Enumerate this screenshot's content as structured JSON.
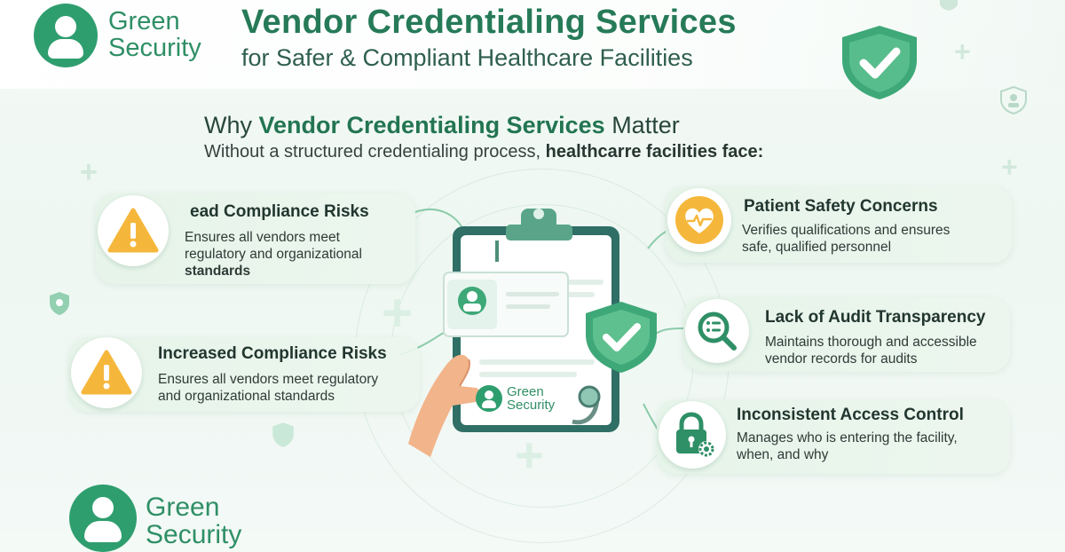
{
  "brand": {
    "line1": "Green",
    "line2": "Security",
    "colors": {
      "primary": "#2f9e6f",
      "dark": "#267a58",
      "warning": "#f5b73b"
    }
  },
  "header": {
    "title": "Vendor Credentialing Services",
    "subtitle": "for Safer & Compliant Healthcare Facilities"
  },
  "section": {
    "heading_pre": "Why",
    "heading_bold": "Vendor Credentialing Services",
    "heading_post": "Matter",
    "intro_pre": "Without a structured credentialing process,",
    "intro_bold": "healthcarre facilities face:"
  },
  "cards": [
    {
      "title": "ead Compliance Risks",
      "line1": "Ensures all vendors meet",
      "line2": "regulatory and organizational",
      "line3": "standards",
      "icon": "warning-icon"
    },
    {
      "title": "Increased Compliance Risks",
      "line1": "Ensures all vendors meet regulatory",
      "line2": "and organizational standards",
      "icon": "warning-icon"
    },
    {
      "title": "Patient Safety Concerns",
      "line1": "Verifies qualifications and ensures",
      "line2": "safe, qualified personnel",
      "icon": "heart-pulse-icon"
    },
    {
      "title": "Lack of Audit Transparency",
      "line1": "Maintains thorough and accessible",
      "line2": "vendor records for audits",
      "icon": "search-list-icon"
    },
    {
      "title": "Inconsistent Access Control",
      "line1": "Manages who is entering the facility,",
      "line2": "when, and why",
      "icon": "lock-gear-icon"
    }
  ],
  "icons": [
    "shield-check-icon",
    "clipboard-icon",
    "badge-icon",
    "hand-icon",
    "stethoscope-icon",
    "user-id-icon"
  ]
}
